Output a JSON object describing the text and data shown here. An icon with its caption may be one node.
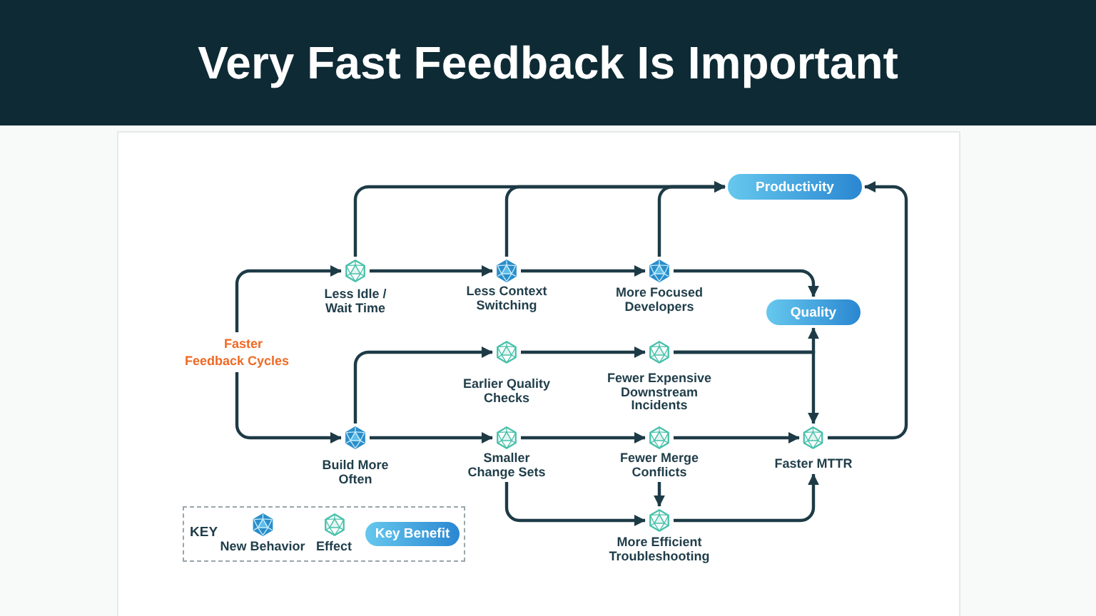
{
  "diagram": {
    "title": "Very Fast Feedback Is Important",
    "nodes": [
      {
        "text": [
          "Productivity"
        ]
      },
      {
        "text": [
          "Less Idle / Wait Time"
        ]
      },
      {
        "text": [
          "Less Context Switching"
        ]
      },
      {
        "text": [
          "More Focused Developers"
        ]
      },
      {
        "text": [
          "Quality"
        ]
      },
      {
        "text": [
          "Faster Feedback Cycles"
        ]
      },
      {
        "text": [
          "Earlier Quality Checks"
        ]
      },
      {
        "text": [
          "Fewer Expensive Downstream Incidents"
        ]
      },
      {
        "text": [
          "Build More Often"
        ]
      },
      {
        "text": [
          "Smaller Change Sets"
        ]
      },
      {
        "text": [
          "Fewer Merge Conflicts"
        ]
      },
      {
        "text": [
          "Faster MTTR"
        ]
      },
      {
        "text": [
          "More Efficient Troubleshooting"
        ]
      }
    ],
    "edges": [
      {
        "from": 5,
        "to": 1,
        "arrow": "to"
      },
      {
        "from": 5,
        "to": 8,
        "arrow": "to"
      },
      {
        "from": 1,
        "to": 2,
        "arrow": "to"
      },
      {
        "from": 1,
        "to": 0,
        "arrow": "to"
      },
      {
        "from": 2,
        "to": 3,
        "arrow": "to"
      },
      {
        "from": 2,
        "to": 0,
        "arrow": "to"
      },
      {
        "from": 3,
        "to": 0,
        "arrow": "to"
      },
      {
        "from": 3,
        "to": 4,
        "arrow": "to"
      },
      {
        "from": 6,
        "to": 7,
        "arrow": "to"
      },
      {
        "from": 7,
        "to": 4,
        "arrow": "to"
      },
      {
        "from": 7,
        "to": 11,
        "arrow": "to"
      },
      {
        "from": 8,
        "to": 6,
        "arrow": "to"
      },
      {
        "from": 8,
        "to": 9,
        "arrow": "to"
      },
      {
        "from": 9,
        "to": 10,
        "arrow": "to"
      },
      {
        "from": 9,
        "to": 12,
        "arrow": "to"
      },
      {
        "from": 10,
        "to": 12,
        "arrow": "to"
      },
      {
        "from": 10,
        "to": 11,
        "arrow": "to"
      },
      {
        "from": 12,
        "to": 11,
        "arrow": "to"
      },
      {
        "from": 11,
        "to": 0,
        "arrow": "to"
      }
    ],
    "labels": [
      "KEY"
    ],
    "legend": [
      {
        "text": "New Behavior"
      },
      {
        "text": "Effect"
      },
      {
        "text": "Key Benefit"
      }
    ]
  }
}
